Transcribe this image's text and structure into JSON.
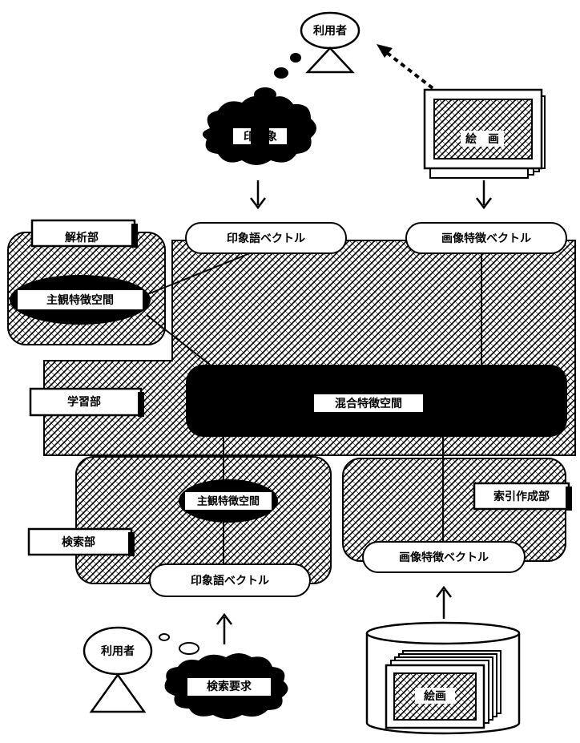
{
  "labels": {
    "user_top": "利用者",
    "impression_cloud": "印　象",
    "painting_top": "絵　画",
    "impression_vector_top": "印象語ベクトル",
    "image_vector_top": "画像特徴ベクトル",
    "analysis_unit": "解析部",
    "subjective_space_top": "主観特徴空間",
    "learning_unit": "学習部",
    "combined_space": "混合特徴空間",
    "subjective_space_bottom": "主観特徴空間",
    "search_unit": "検索部",
    "impression_vector_bottom": "印象語ベクトル",
    "index_unit": "索引作成部",
    "image_vector_bottom": "画像特徴ベクトル",
    "user_bottom": "利用者",
    "search_request": "検索要求",
    "painting_db": "絵画"
  }
}
